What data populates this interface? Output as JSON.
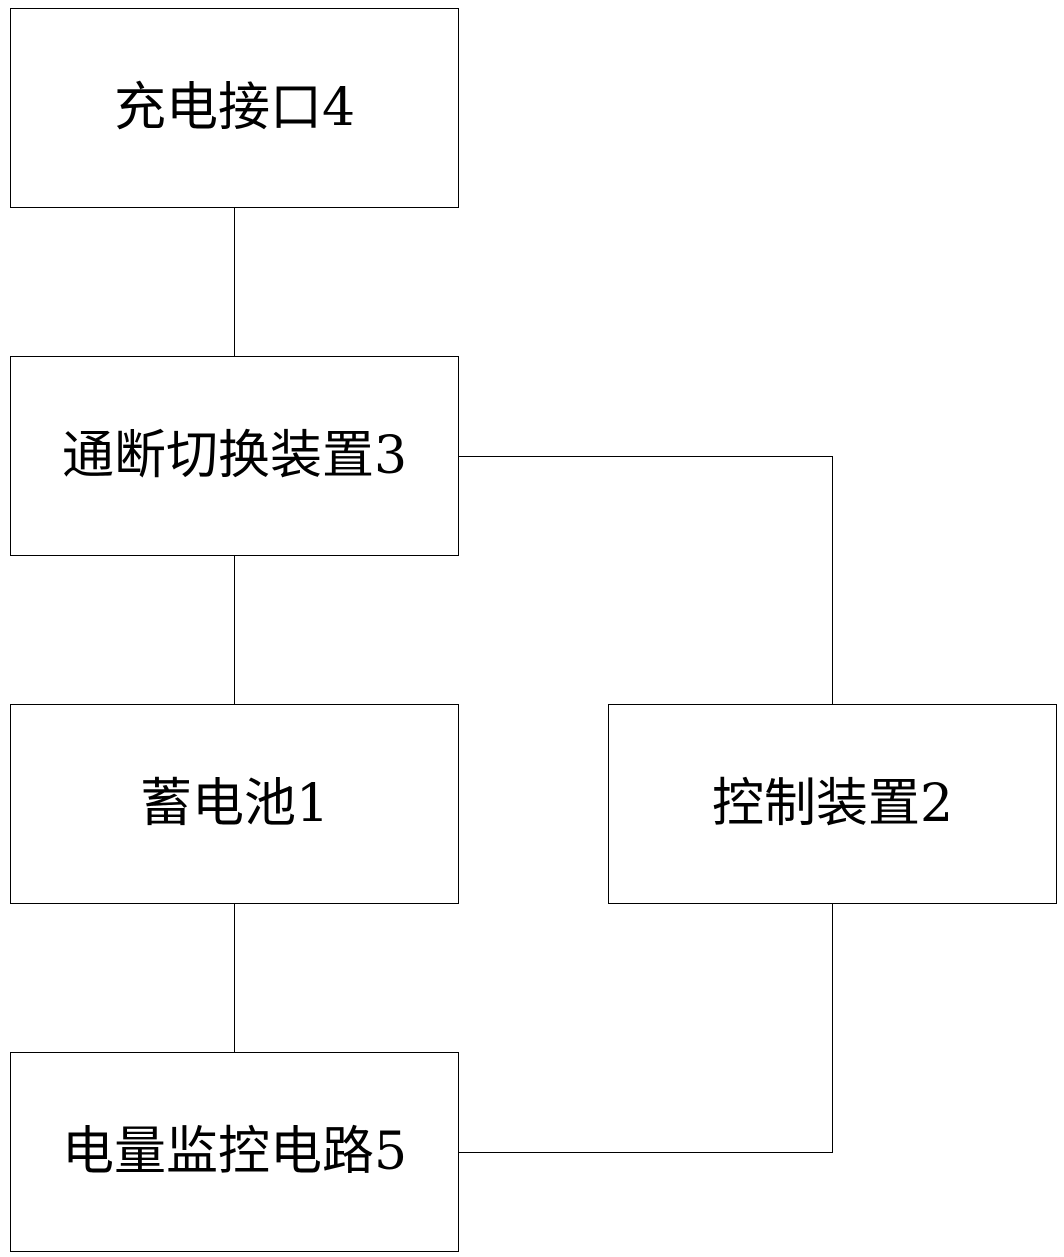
{
  "diagram": {
    "nodes": [
      {
        "id": "charging-port",
        "label": "充电接口4"
      },
      {
        "id": "switch-device",
        "label": "通断切换装置3"
      },
      {
        "id": "battery",
        "label": "蓄电池1"
      },
      {
        "id": "control-device",
        "label": "控制装置2"
      },
      {
        "id": "power-monitor-circuit",
        "label": "电量监控电路5"
      }
    ],
    "edges": [
      {
        "from": "charging-port",
        "to": "switch-device"
      },
      {
        "from": "switch-device",
        "to": "battery"
      },
      {
        "from": "battery",
        "to": "power-monitor-circuit"
      },
      {
        "from": "switch-device",
        "to": "control-device"
      },
      {
        "from": "control-device",
        "to": "power-monitor-circuit"
      }
    ],
    "colors": {
      "line": "#000000",
      "background": "#ffffff"
    }
  }
}
